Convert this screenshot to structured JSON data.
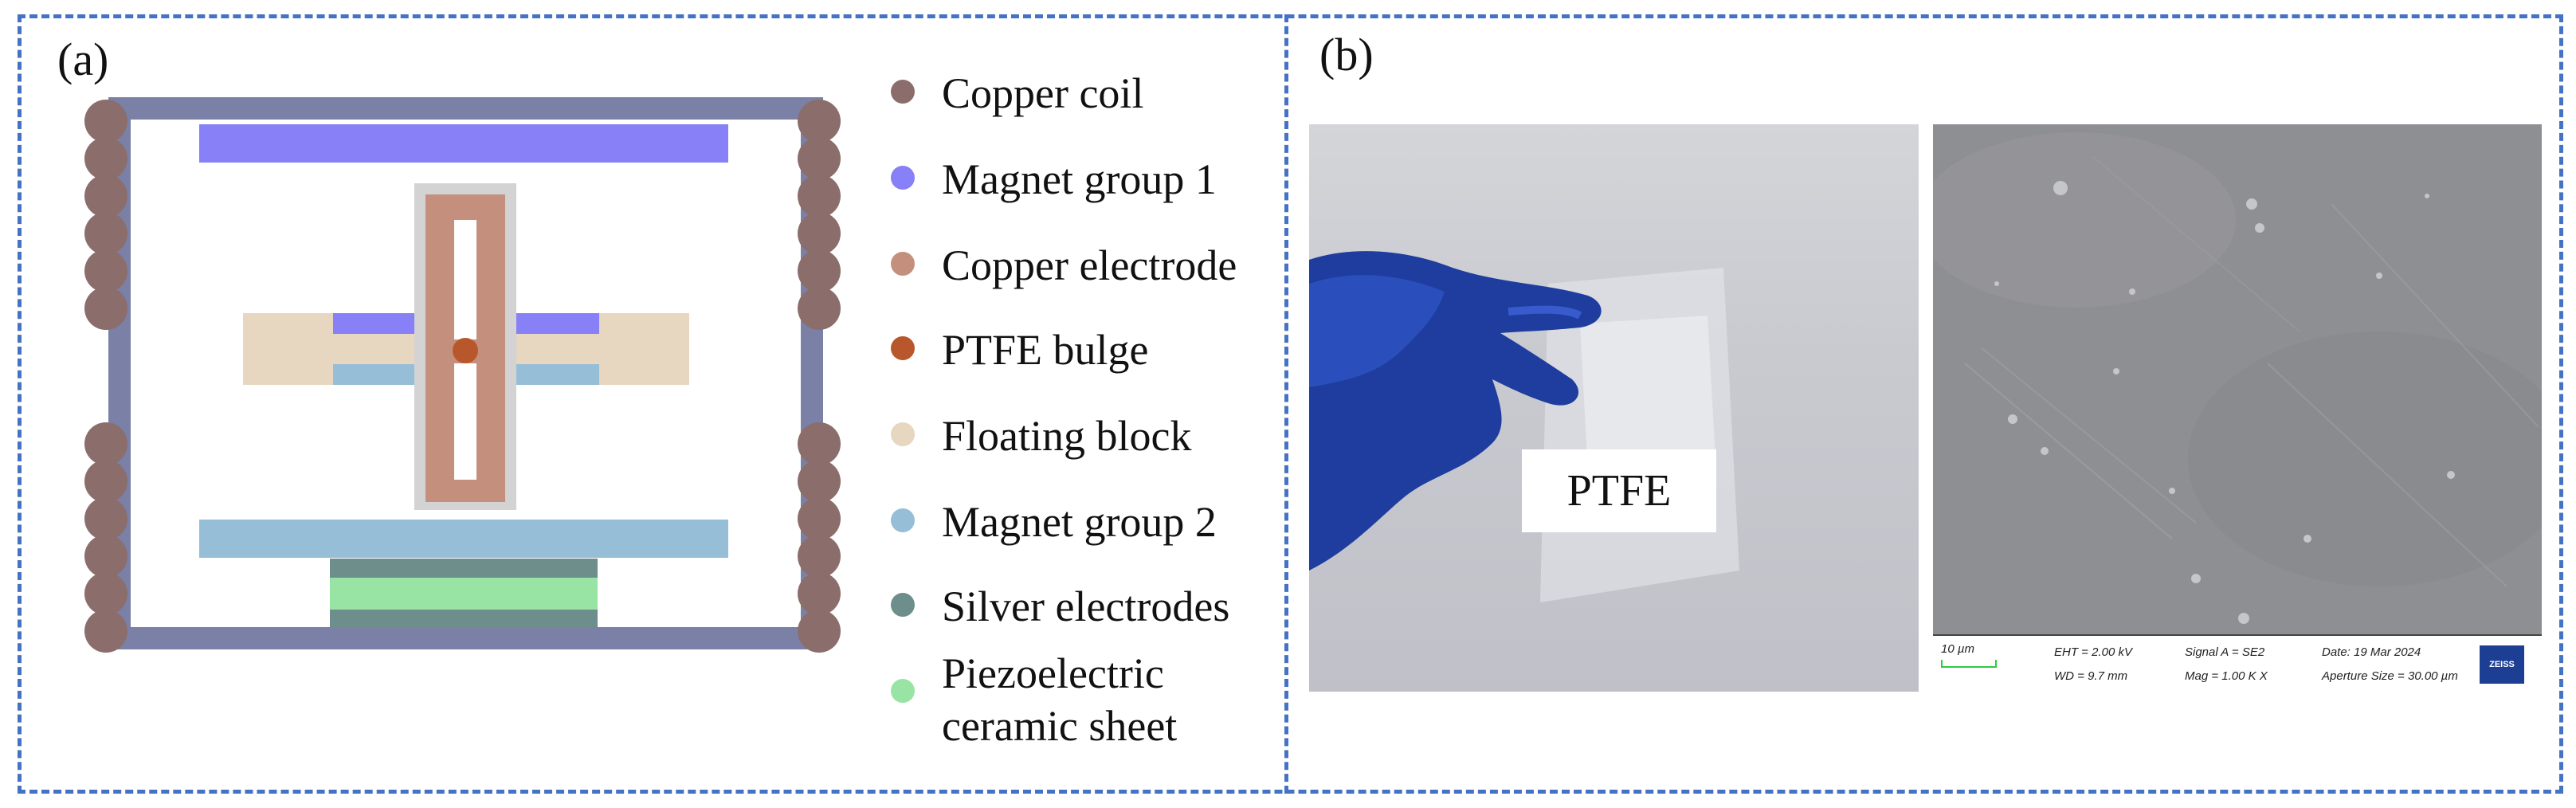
{
  "panel_a": {
    "label": "(a)",
    "legend": [
      {
        "label": "Copper coil",
        "color": "#8b6e6c",
        "icon": "coil-dot"
      },
      {
        "label": "Magnet group 1",
        "color": "#8780f6",
        "icon": "magnet-dot"
      },
      {
        "label": "Copper electrode",
        "color": "#c4907d",
        "icon": "electrode-dot"
      },
      {
        "label": "PTFE bulge",
        "color": "#b8572b",
        "icon": "bulge-dot"
      },
      {
        "label": "Floating block",
        "color": "#e7d6c0",
        "icon": "block-dot"
      },
      {
        "label": "Magnet group 2",
        "color": "#96bed6",
        "icon": "magnet-dot"
      },
      {
        "label": "Silver electrodes",
        "color": "#6e8e8c",
        "icon": "silver-dot"
      },
      {
        "label": "Piezoelectric\nceramic sheet",
        "color": "#98e4a4",
        "icon": "ceramic-dot"
      }
    ],
    "colors": {
      "frame": "#7a80a6",
      "holder": "#d3d3d3"
    }
  },
  "panel_b": {
    "label": "(b)",
    "photo_label": "PTFE",
    "sem": {
      "scale_bar": "10 µm",
      "eht": "EHT = 2.00 kV",
      "wd": "WD = 9.7 mm",
      "signal": "Signal A = SE2",
      "mag": "Mag = 1.00 K X",
      "date": "Date: 19 Mar 2024",
      "aperture": "Aperture Size = 30.00 µm",
      "brand": "ZEISS"
    }
  }
}
